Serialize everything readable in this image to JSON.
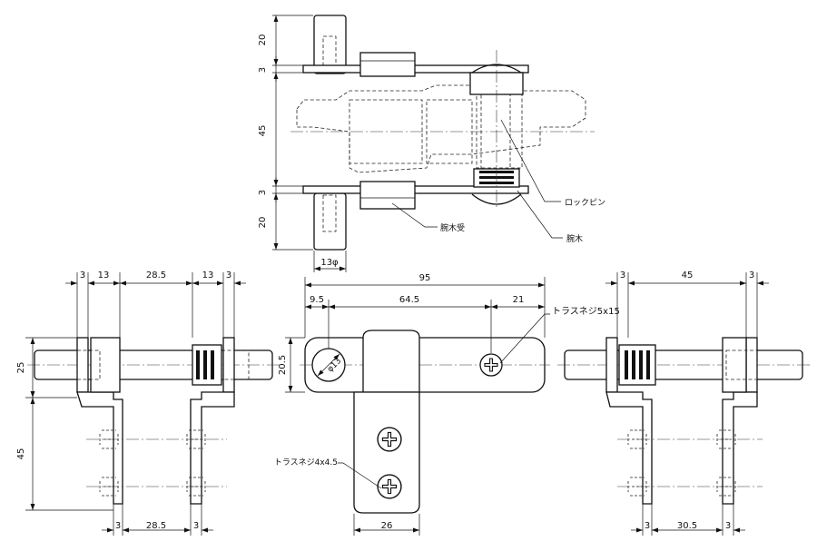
{
  "top_view": {
    "dims": {
      "upper_leg": "20",
      "upper_thk": "3",
      "middle": "45",
      "lower_thk": "3",
      "lower_leg": "20",
      "leg_width": "13φ"
    },
    "callouts": {
      "lock_pin": "ロックピン",
      "arm_receiver": "腕木受",
      "arm": "腕木"
    }
  },
  "left_view": {
    "dims": {
      "top": [
        "3",
        "13",
        "28.5",
        "13",
        "3"
      ],
      "height_upper": "25",
      "height_lower": "45",
      "bottom": [
        "3",
        "28.5",
        "3"
      ]
    }
  },
  "center_view": {
    "dims": {
      "overall": "95",
      "left": "9.5",
      "middle": "64.5",
      "right": "21",
      "height": "20.5",
      "hole": "φ13",
      "tab_width": "26"
    },
    "callouts": {
      "screw_large": "トラスネジ5x15",
      "screw_small": "トラスネジ4x4.5"
    }
  },
  "right_view": {
    "dims": {
      "top": [
        "3",
        "45",
        "3"
      ],
      "bottom": [
        "3",
        "30.5",
        "3"
      ]
    }
  }
}
